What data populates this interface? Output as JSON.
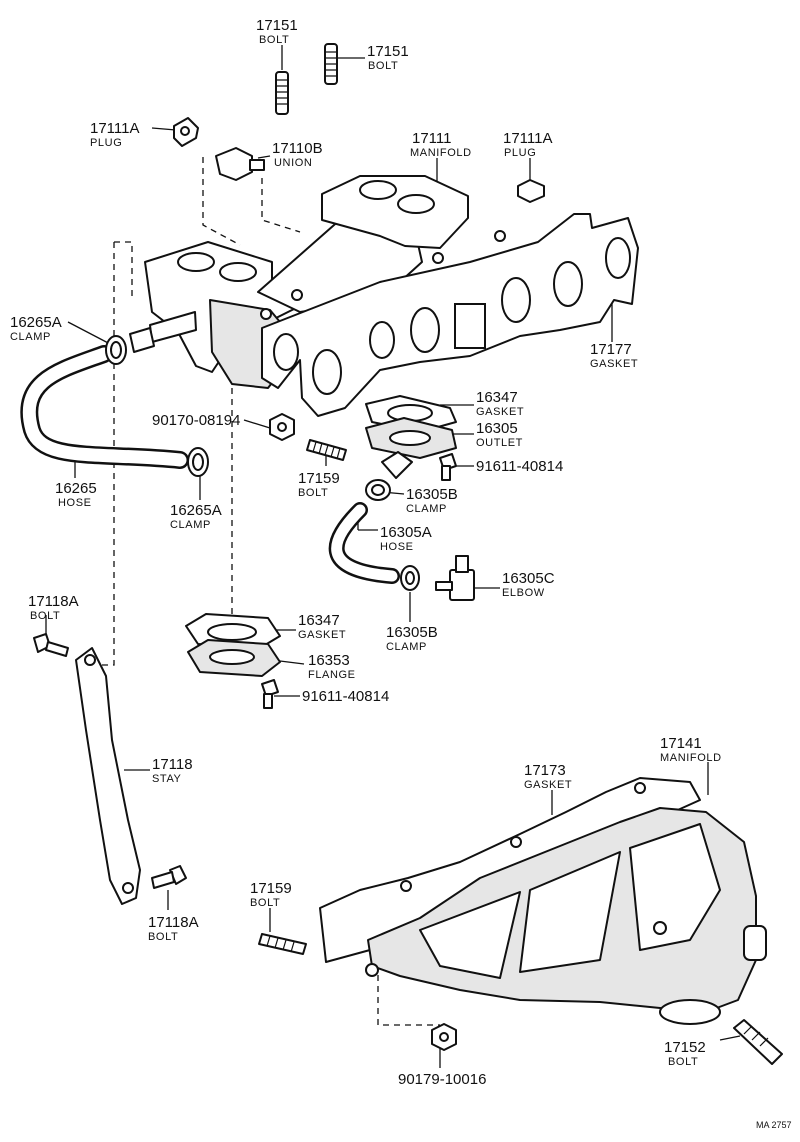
{
  "diagram_ref": "MA 2757",
  "labels": {
    "bolt_17151_a": {
      "number": "17151",
      "name": "BOLT"
    },
    "bolt_17151_b": {
      "number": "17151",
      "name": "BOLT"
    },
    "plug_17111a_left": {
      "number": "17111A",
      "name": "PLUG"
    },
    "union_17110b": {
      "number": "17110B",
      "name": "UNION"
    },
    "manifold_17111": {
      "number": "17111",
      "name": "MANIFOLD"
    },
    "plug_17111a_right": {
      "number": "17111A",
      "name": "PLUG"
    },
    "clamp_16265a_top": {
      "number": "16265A",
      "name": "CLAMP"
    },
    "gasket_17177": {
      "number": "17177",
      "name": "GASKET"
    },
    "gasket_16347_top": {
      "number": "16347",
      "name": "GASKET"
    },
    "outlet_16305": {
      "number": "16305",
      "name": "OUTLET"
    },
    "nut_90170": {
      "number": "90170-08194"
    },
    "bolt_91611_top": {
      "number": "91611-40814"
    },
    "bolt_17159_top": {
      "number": "17159",
      "name": "BOLT"
    },
    "clamp_16305b_top": {
      "number": "16305B",
      "name": "CLAMP"
    },
    "hose_16265": {
      "number": "16265",
      "name": "HOSE"
    },
    "clamp_16265a_bottom": {
      "number": "16265A",
      "name": "CLAMP"
    },
    "hose_16305a": {
      "number": "16305A",
      "name": "HOSE"
    },
    "elbow_16305c": {
      "number": "16305C",
      "name": "ELBOW"
    },
    "clamp_16305b_bottom": {
      "number": "16305B",
      "name": "CLAMP"
    },
    "bolt_17118a_top": {
      "number": "17118A",
      "name": "BOLT"
    },
    "gasket_16347_bottom": {
      "number": "16347",
      "name": "GASKET"
    },
    "flange_16353": {
      "number": "16353",
      "name": "FLANGE"
    },
    "bolt_91611_bottom": {
      "number": "91611-40814"
    },
    "stay_17118": {
      "number": "17118",
      "name": "STAY"
    },
    "manifold_17141": {
      "number": "17141",
      "name": "MANIFOLD"
    },
    "gasket_17173": {
      "number": "17173",
      "name": "GASKET"
    },
    "bolt_17159_bottom": {
      "number": "17159",
      "name": "BOLT"
    },
    "bolt_17118a_bottom": {
      "number": "17118A",
      "name": "BOLT"
    },
    "bolt_17152": {
      "number": "17152",
      "name": "BOLT"
    },
    "nut_90179": {
      "number": "90179-10016"
    }
  }
}
